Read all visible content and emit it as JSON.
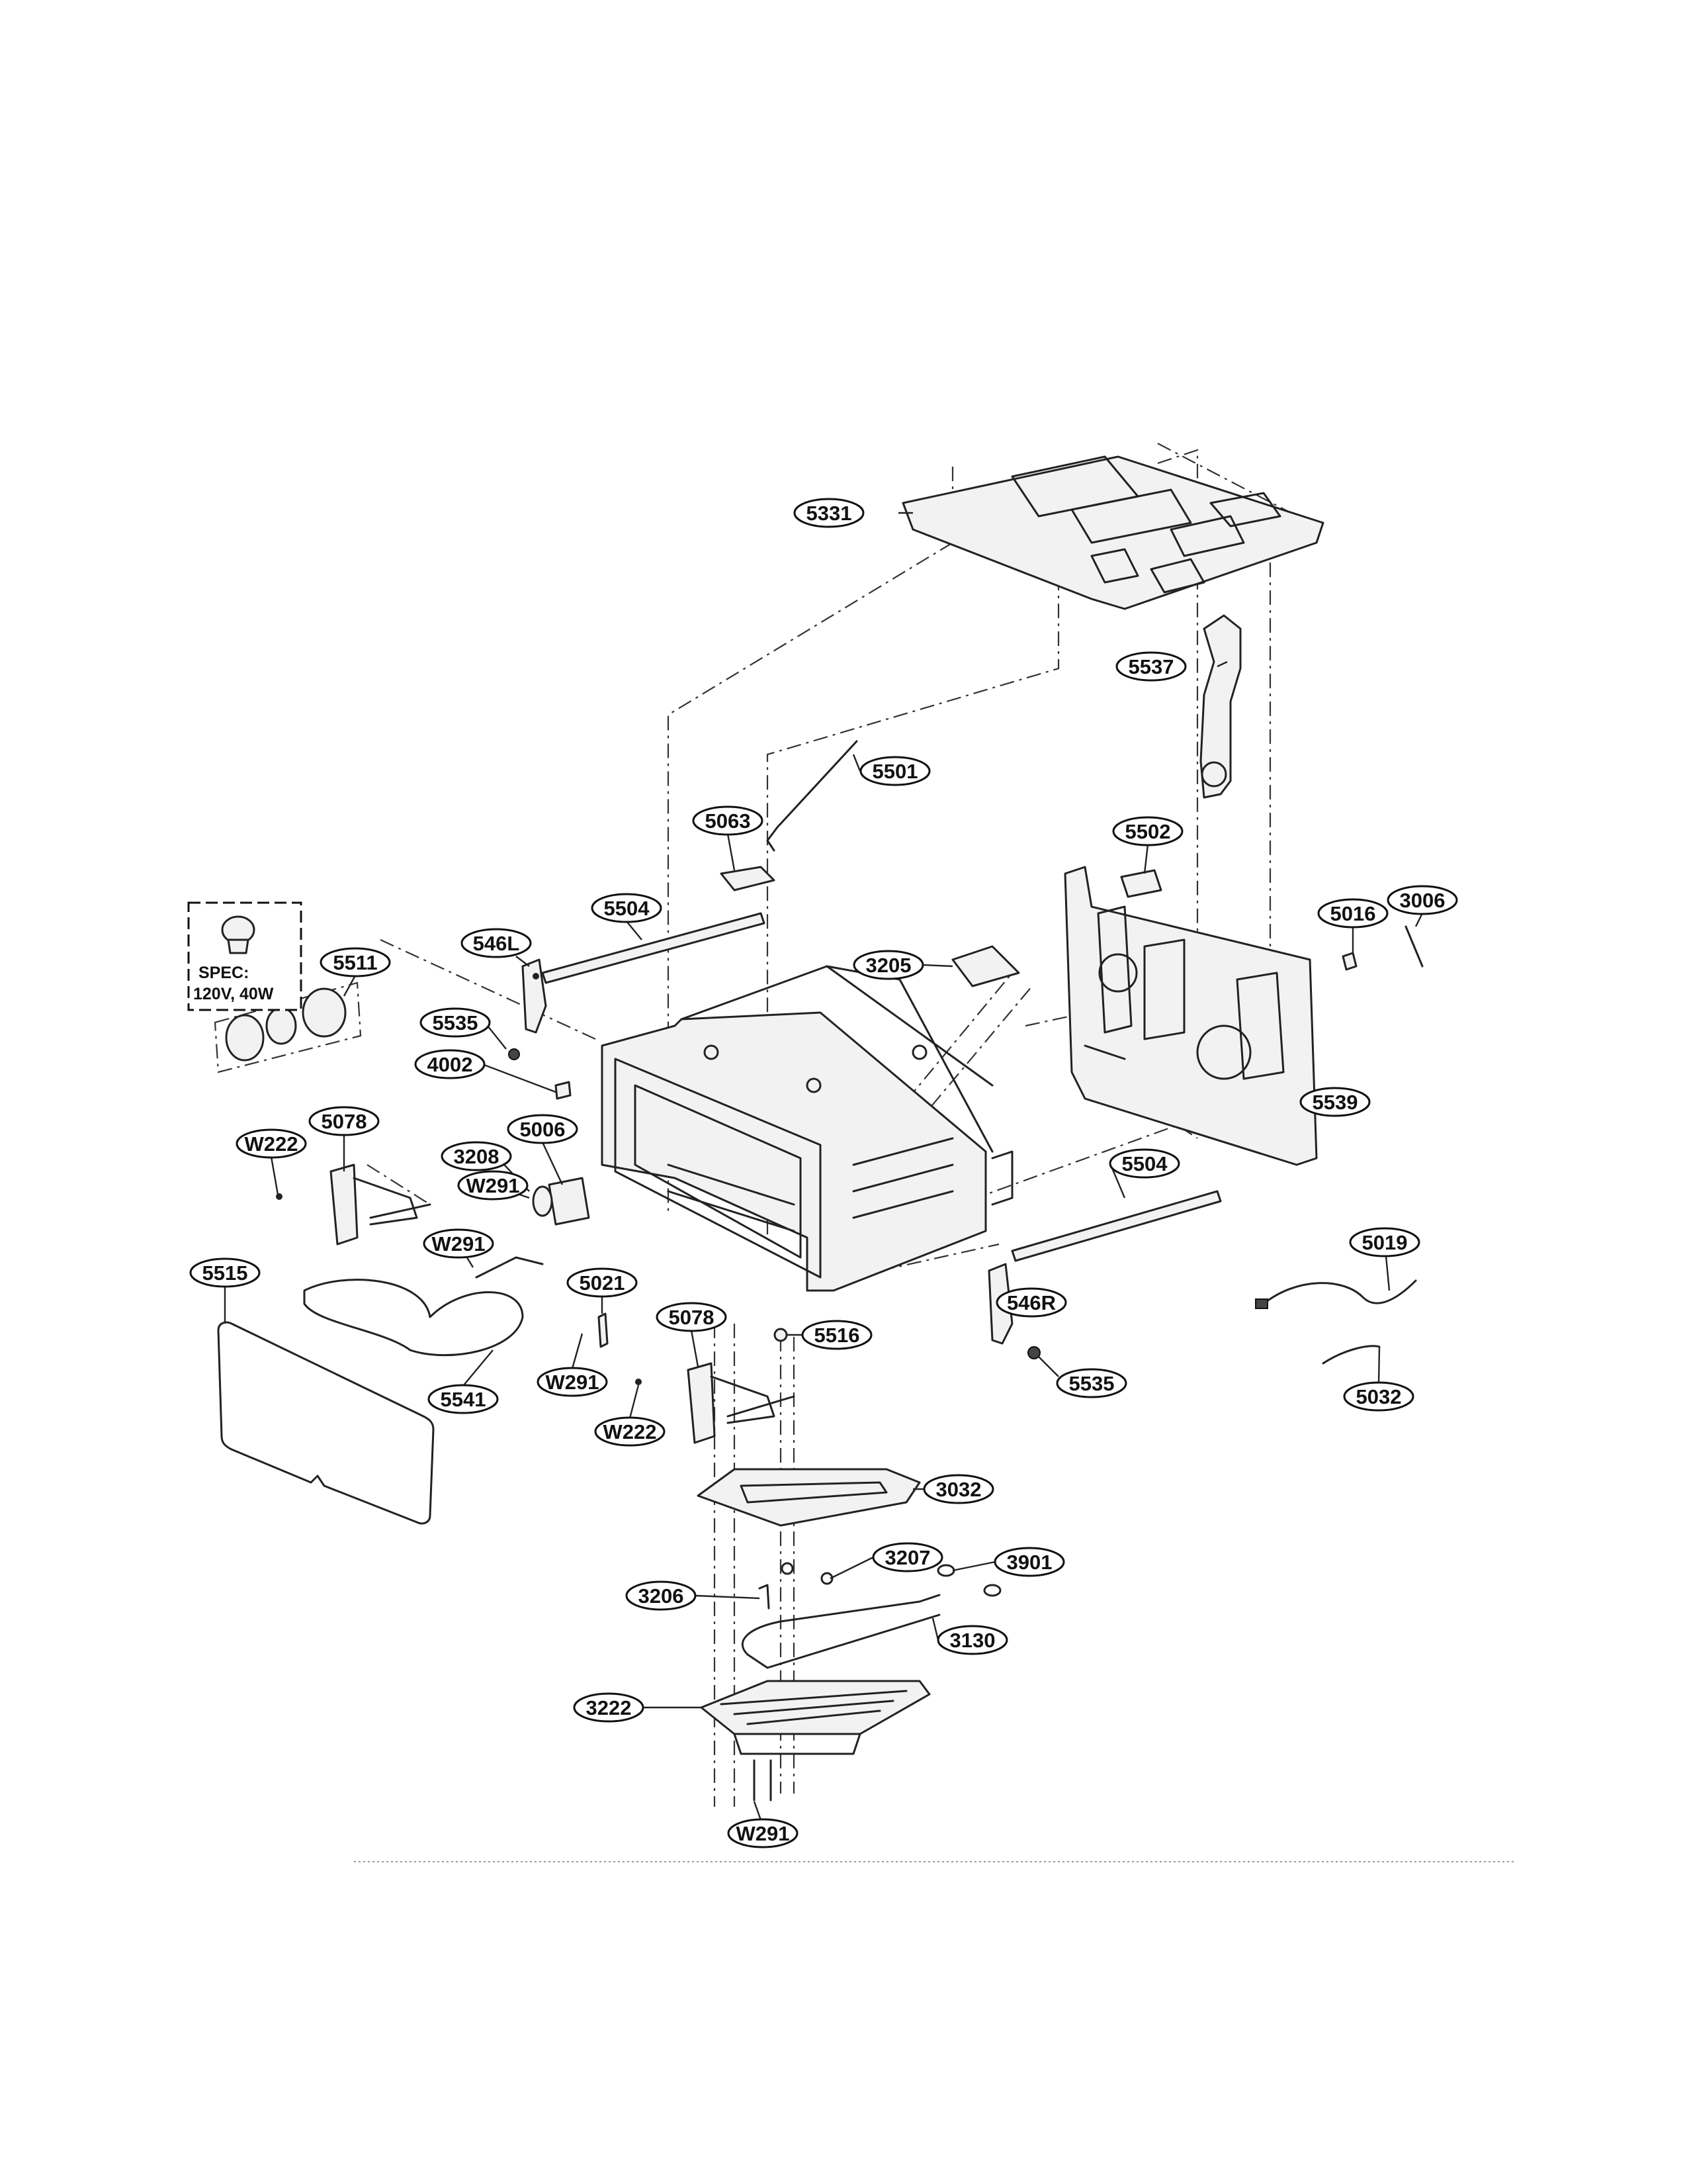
{
  "spec_box": {
    "line1": "SPEC:",
    "line2": "120V, 40W"
  },
  "callouts": [
    "5331",
    "5537",
    "5501",
    "5063",
    "5502",
    "3006",
    "5504",
    "5016",
    "546L",
    "5511",
    "3205",
    "5535",
    "4002",
    "5539",
    "5078",
    "5006",
    "W222",
    "3208",
    "W291",
    "5504",
    "W291",
    "5019",
    "5515",
    "5021",
    "546R",
    "5078",
    "5516",
    "W291",
    "5541",
    "5535",
    "5032",
    "W222",
    "3032",
    "3207",
    "3901",
    "3206",
    "3130",
    "3222",
    "W291"
  ]
}
